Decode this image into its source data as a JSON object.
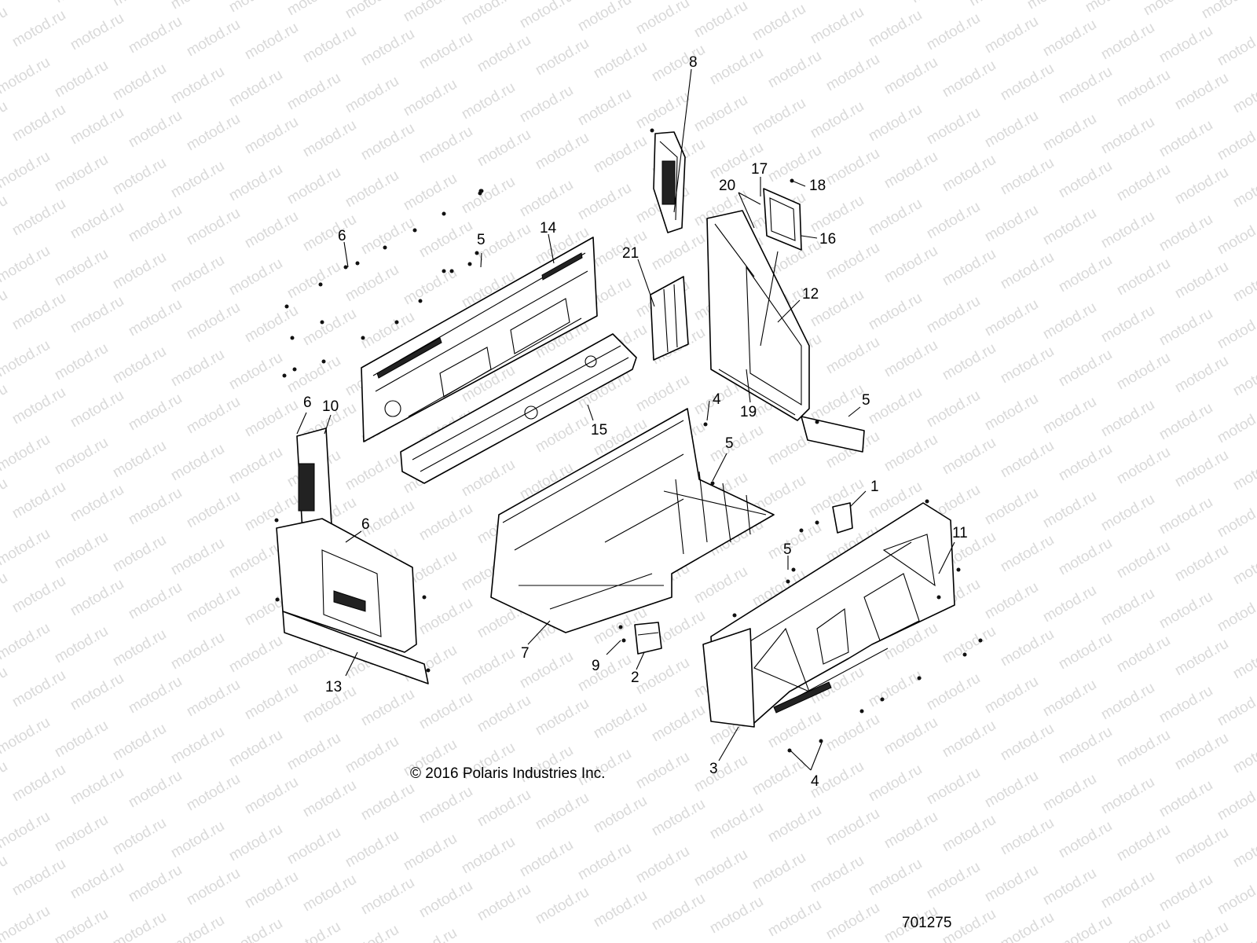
{
  "diagram": {
    "watermark_text": "motod.ru",
    "copyright": "© 2016 Polaris Industries Inc.",
    "figure_number": "701275",
    "callouts": [
      {
        "id": "c1",
        "label": "1"
      },
      {
        "id": "c2",
        "label": "2"
      },
      {
        "id": "c3",
        "label": "3"
      },
      {
        "id": "c4a",
        "label": "4"
      },
      {
        "id": "c4b",
        "label": "4"
      },
      {
        "id": "c5a",
        "label": "5"
      },
      {
        "id": "c5b",
        "label": "5"
      },
      {
        "id": "c5c",
        "label": "5"
      },
      {
        "id": "c5d",
        "label": "5"
      },
      {
        "id": "c6a",
        "label": "6"
      },
      {
        "id": "c6b",
        "label": "6"
      },
      {
        "id": "c6c",
        "label": "6"
      },
      {
        "id": "c7",
        "label": "7"
      },
      {
        "id": "c8",
        "label": "8"
      },
      {
        "id": "c9",
        "label": "9"
      },
      {
        "id": "c10",
        "label": "10"
      },
      {
        "id": "c11",
        "label": "11"
      },
      {
        "id": "c12",
        "label": "12"
      },
      {
        "id": "c13",
        "label": "13"
      },
      {
        "id": "c14",
        "label": "14"
      },
      {
        "id": "c15",
        "label": "15"
      },
      {
        "id": "c16",
        "label": "16"
      },
      {
        "id": "c17",
        "label": "17"
      },
      {
        "id": "c18",
        "label": "18"
      },
      {
        "id": "c19",
        "label": "19"
      },
      {
        "id": "c20",
        "label": "20"
      },
      {
        "id": "c21",
        "label": "21"
      }
    ]
  }
}
